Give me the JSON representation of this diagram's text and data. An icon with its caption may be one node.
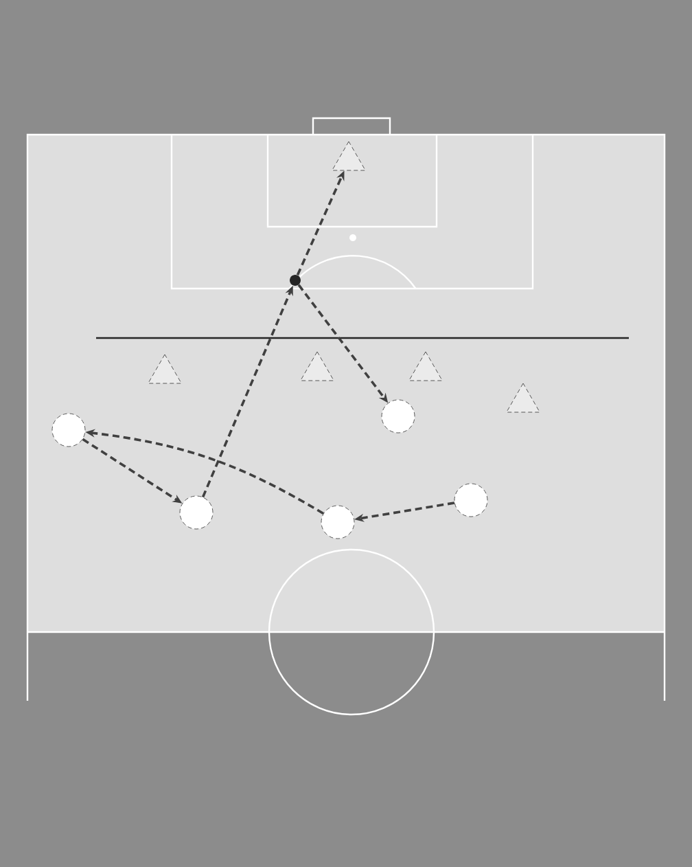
{
  "diagram": {
    "nodes": [
      {
        "text": [],
        "shape": "triangle"
      },
      {
        "text": [],
        "shape": "dot"
      },
      {
        "text": [],
        "shape": "triangle"
      },
      {
        "text": [],
        "shape": "triangle"
      },
      {
        "text": [],
        "shape": "triangle"
      },
      {
        "text": [],
        "shape": "triangle"
      },
      {
        "text": [],
        "shape": "circle"
      },
      {
        "text": [],
        "shape": "circle"
      },
      {
        "text": [],
        "shape": "circle"
      },
      {
        "text": [],
        "shape": "circle"
      },
      {
        "text": [],
        "shape": "circle"
      }
    ],
    "edges": [
      {
        "from": 6,
        "to": 9,
        "arrow": "to",
        "style": "dashed"
      },
      {
        "from": 8,
        "to": 10,
        "arrow": "to",
        "style": "dashed"
      },
      {
        "from": 10,
        "to": 6,
        "arrow": "to",
        "style": "dashed"
      },
      {
        "from": 9,
        "to": 1,
        "arrow": "to",
        "style": "dashed"
      },
      {
        "from": 1,
        "to": 7,
        "arrow": "to",
        "style": "dashed"
      },
      {
        "from": 1,
        "to": 0,
        "arrow": "to",
        "style": "dashed"
      }
    ]
  }
}
